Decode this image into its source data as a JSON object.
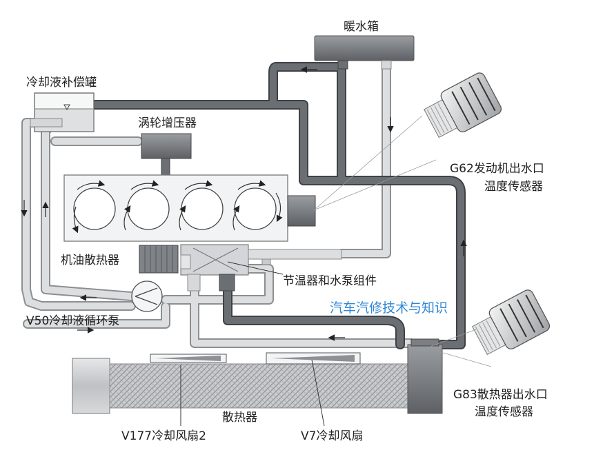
{
  "labels": {
    "heater_core": "暖水箱",
    "expansion_tank": "冷却液补偿罐",
    "turbocharger": "涡轮增压器",
    "g62_line1": "G62发动机出水口",
    "g62_line2": "温度传感器",
    "oil_cooler": "机油散热器",
    "thermostat_pump": "节温器和水泵组件",
    "v50_pump": "V50冷却液循环泵",
    "g83_line1": "G83散热器出水口",
    "g83_line2": "温度传感器",
    "radiator": "散热器",
    "fan_v177": "V177冷却风扇2",
    "fan_v7": "V7冷却风扇"
  },
  "watermark": "汽车汽修技术与知识",
  "colors": {
    "hot_pipe": "#5f6266",
    "cool_pipe": "#d4d6d8",
    "pipe_outline": "#8c8f92",
    "component_dark": "#7b7e82",
    "engine_block": "#f2f3f4",
    "watermark": "#2e86d6"
  }
}
